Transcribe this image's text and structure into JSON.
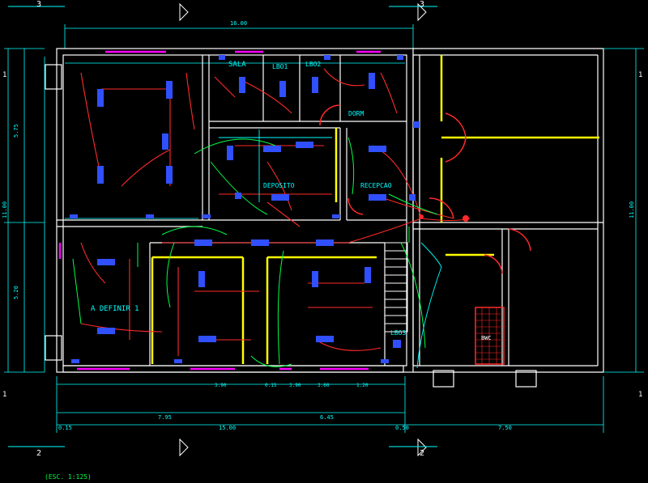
{
  "drawing": {
    "colors": {
      "wall": "#ffffff",
      "dim": "#00ffff",
      "circuit": "#ff2a2a",
      "conduit_alt": "#00ff44",
      "device": "#3050ff",
      "highlight": "#ffff00",
      "magenta": "#ff00ff",
      "background": "#000000"
    },
    "section_markers": {
      "top_left": "3",
      "top_right": "3",
      "bottom_left": "2",
      "bottom_right": "2",
      "left_upper": "1",
      "left_lower": "1",
      "right_upper": "1",
      "right_lower": "1"
    },
    "rooms": {
      "sala": "SALA",
      "wc1": "LBO1",
      "wc2": "LBO2",
      "dorm": "DORM",
      "deposito": "DEPOSITO",
      "recepcao": "RECEPCAO",
      "a_definir": "A DEFINIR 1",
      "wc3": "LBO3",
      "bwc": "BWC"
    },
    "dimensions": {
      "top_total": "16.00",
      "left_upper": "5.75",
      "left_total": "11.00",
      "left_lower": "5.20",
      "right_total": "11.00",
      "bottom_a": "7.95",
      "bottom_b": "6.45",
      "bottom_c": "15.00",
      "bottom_d": "7.50",
      "bottom_left": "0.15",
      "bottom_mid": "0.50",
      "seg1": "3.90",
      "seg2": "0.15",
      "seg3": "3.90",
      "seg4": "3.60",
      "seg5": "1.20"
    },
    "scale_note": "(ESC. 1:125)"
  }
}
